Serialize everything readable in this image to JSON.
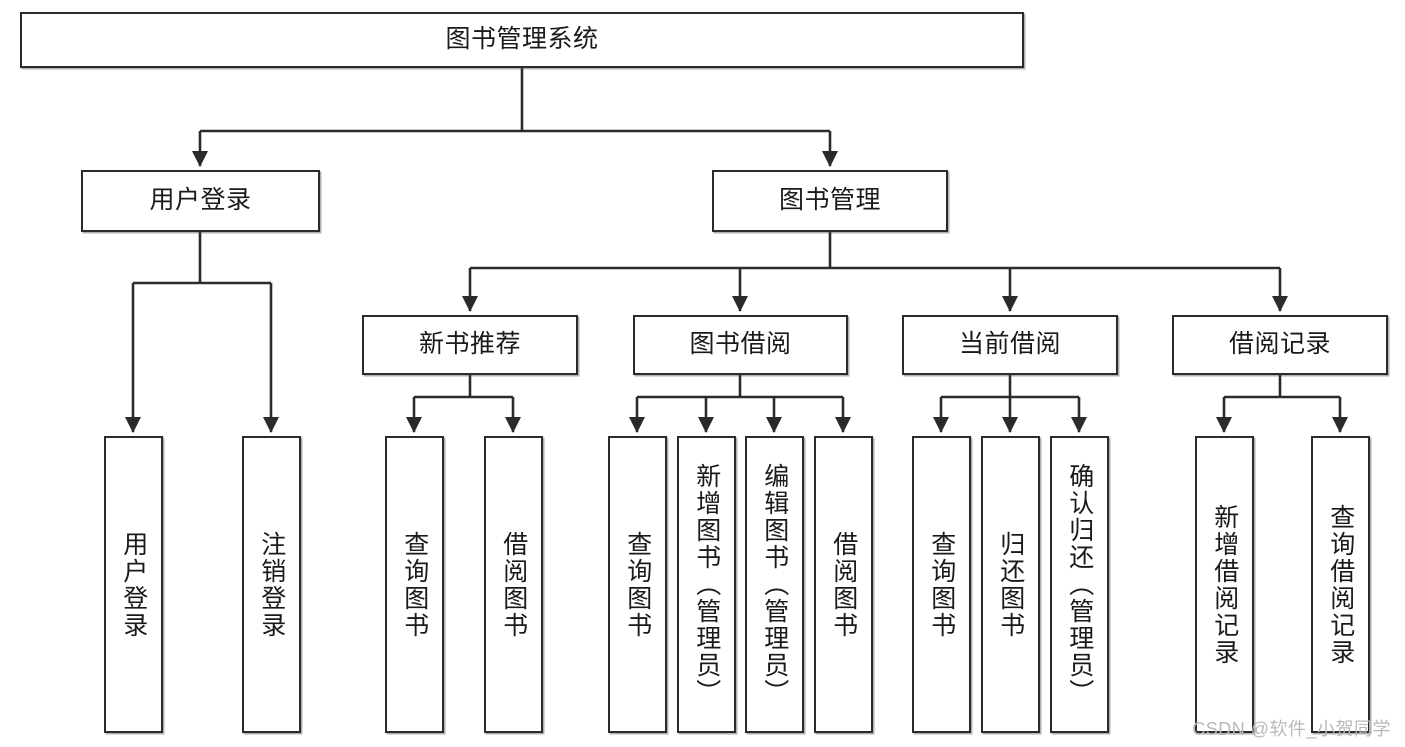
{
  "diagram": {
    "title": "图书管理系统",
    "watermark": "CSDN @软件_小贺同学",
    "colors": {
      "stroke": "#2b2b2b",
      "fill": "#ffffff",
      "text": "#1a1a1a",
      "watermark": "#b9b9b9"
    },
    "nodes": {
      "root": {
        "label": "图书管理系统",
        "orientation": "horizontal",
        "level": 1
      },
      "user_login": {
        "label": "用户登录",
        "orientation": "horizontal",
        "level": 2
      },
      "book_manage": {
        "label": "图书管理",
        "orientation": "horizontal",
        "level": 2
      },
      "new_book_rec": {
        "label": "新书推荐",
        "orientation": "horizontal",
        "level": 3
      },
      "book_borrow": {
        "label": "图书借阅",
        "orientation": "horizontal",
        "level": 3
      },
      "current_borrow": {
        "label": "当前借阅",
        "orientation": "horizontal",
        "level": 3
      },
      "borrow_record": {
        "label": "借阅记录",
        "orientation": "horizontal",
        "level": 3
      },
      "leaf_user_login": {
        "label": "用户登录",
        "orientation": "vertical",
        "level": 3
      },
      "leaf_logout": {
        "label": "注销登录",
        "orientation": "vertical",
        "level": 3
      },
      "leaf_query_book_1": {
        "label": "查询图书",
        "orientation": "vertical",
        "level": 4
      },
      "leaf_borrow_book_1": {
        "label": "借阅图书",
        "orientation": "vertical",
        "level": 4
      },
      "leaf_query_book_2": {
        "label": "查询图书",
        "orientation": "vertical",
        "level": 4
      },
      "leaf_add_book": {
        "label": "新增图书（管理员）",
        "orientation": "vertical",
        "level": 4
      },
      "leaf_edit_book": {
        "label": "编辑图书（管理员）",
        "orientation": "vertical",
        "level": 4
      },
      "leaf_borrow_book_2": {
        "label": "借阅图书",
        "orientation": "vertical",
        "level": 4
      },
      "leaf_query_book_3": {
        "label": "查询图书",
        "orientation": "vertical",
        "level": 4
      },
      "leaf_return_book": {
        "label": "归还图书",
        "orientation": "vertical",
        "level": 4
      },
      "leaf_confirm_return": {
        "label": "确认归还（管理员）",
        "orientation": "vertical",
        "level": 4
      },
      "leaf_add_record": {
        "label": "新增借阅记录",
        "orientation": "vertical",
        "level": 4
      },
      "leaf_query_record": {
        "label": "查询借阅记录",
        "orientation": "vertical",
        "level": 4
      }
    },
    "edges": [
      {
        "from": "root",
        "to": "user_login"
      },
      {
        "from": "root",
        "to": "book_manage"
      },
      {
        "from": "user_login",
        "to": "leaf_user_login"
      },
      {
        "from": "user_login",
        "to": "leaf_logout"
      },
      {
        "from": "book_manage",
        "to": "new_book_rec"
      },
      {
        "from": "book_manage",
        "to": "book_borrow"
      },
      {
        "from": "book_manage",
        "to": "current_borrow"
      },
      {
        "from": "book_manage",
        "to": "borrow_record"
      },
      {
        "from": "new_book_rec",
        "to": "leaf_query_book_1"
      },
      {
        "from": "new_book_rec",
        "to": "leaf_borrow_book_1"
      },
      {
        "from": "book_borrow",
        "to": "leaf_query_book_2"
      },
      {
        "from": "book_borrow",
        "to": "leaf_add_book"
      },
      {
        "from": "book_borrow",
        "to": "leaf_edit_book"
      },
      {
        "from": "book_borrow",
        "to": "leaf_borrow_book_2"
      },
      {
        "from": "current_borrow",
        "to": "leaf_query_book_3"
      },
      {
        "from": "current_borrow",
        "to": "leaf_return_book"
      },
      {
        "from": "current_borrow",
        "to": "leaf_confirm_return"
      },
      {
        "from": "borrow_record",
        "to": "leaf_add_record"
      },
      {
        "from": "borrow_record",
        "to": "leaf_query_record"
      }
    ]
  }
}
